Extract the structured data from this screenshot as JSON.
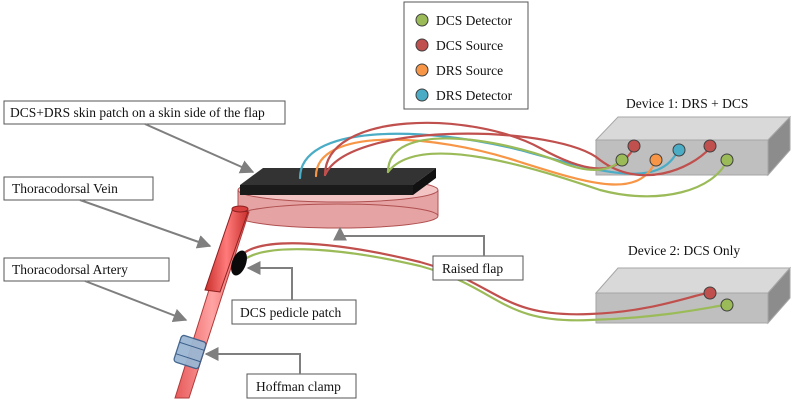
{
  "legend": [
    {
      "label": "DCS Detector",
      "color": "#9bbb59"
    },
    {
      "label": "DCS Source",
      "color": "#c0504d"
    },
    {
      "label": "DRS Source",
      "color": "#f79646"
    },
    {
      "label": "DRS Detector",
      "color": "#4bacc6"
    }
  ],
  "labels": {
    "skin_patch": "DCS+DRS skin patch on a skin side of the flap",
    "vein": "Thoracodorsal Vein",
    "artery": "Thoracodorsal Artery",
    "raised_flap": "Raised flap",
    "pedicle_patch": "DCS pedicle patch",
    "hoffman_clamp": "Hoffman clamp"
  },
  "devices": {
    "device1": "Device 1: DRS + DCS",
    "device2": "Device 2: DCS Only"
  },
  "colors": {
    "dcs_detector": "#9bbb59",
    "dcs_source": "#c0504d",
    "drs_source": "#f79646",
    "drs_detector": "#4bacc6",
    "device_body": "#bfbfbf",
    "flap": "#e6a3a3",
    "vessel": "#e8504f"
  }
}
